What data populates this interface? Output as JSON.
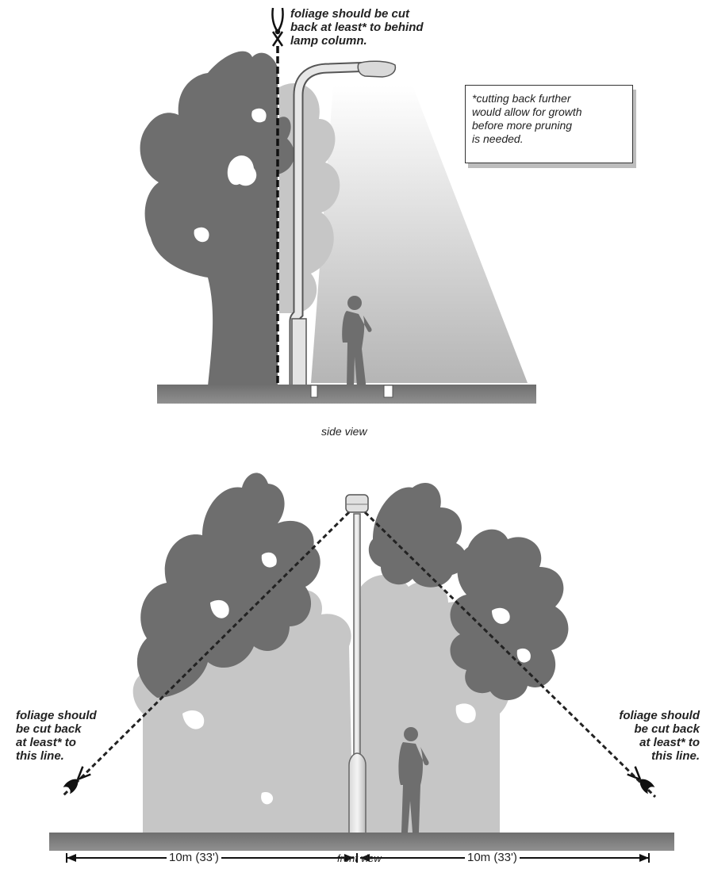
{
  "side_view": {
    "top_label": [
      "foliage should be cut",
      "back at least* to behind",
      "lamp column."
    ],
    "note": [
      "*cutting back further",
      "would allow for growth",
      "before more pruning",
      "is needed."
    ],
    "caption": "side view"
  },
  "front_view": {
    "left_label": [
      "foliage should",
      "be cut back",
      "at least* to",
      "this line."
    ],
    "right_label": [
      "foliage should",
      "be cut back",
      "at least* to",
      "this line."
    ],
    "left_distance": "10m (33')",
    "right_distance": "10m (33')",
    "caption": "front view"
  },
  "colors": {
    "dark_foliage": "#6d6d6d",
    "light_foliage": "#c4c4c4",
    "ground": "#767676"
  }
}
